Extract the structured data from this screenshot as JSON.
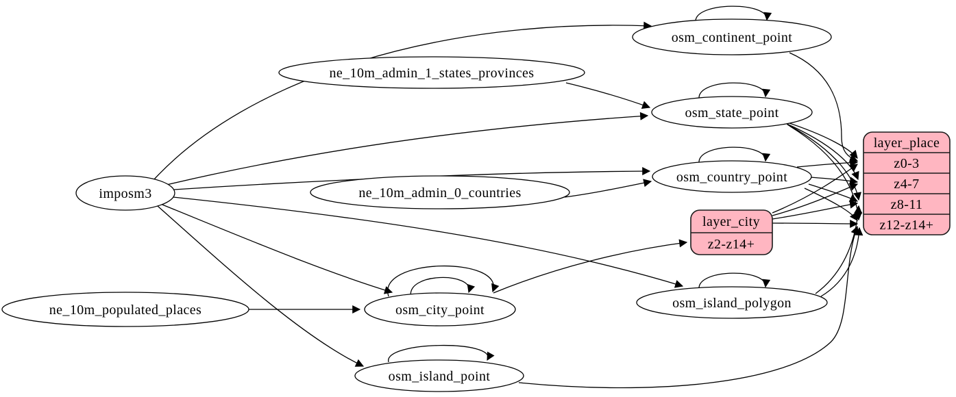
{
  "diagram": {
    "type": "graphviz-etl-dependency-graph",
    "colors": {
      "background": "#ffffff",
      "node_fill": "#ffffff",
      "record_fill": "#ffb6c1",
      "stroke": "#000000",
      "text": "#000000"
    },
    "nodes": {
      "imposm3": {
        "label": "imposm3",
        "shape": "ellipse"
      },
      "ne_10m_admin_1_states_provinces": {
        "label": "ne_10m_admin_1_states_provinces",
        "shape": "ellipse"
      },
      "ne_10m_admin_0_countries": {
        "label": "ne_10m_admin_0_countries",
        "shape": "ellipse"
      },
      "ne_10m_populated_places": {
        "label": "ne_10m_populated_places",
        "shape": "ellipse"
      },
      "osm_continent_point": {
        "label": "osm_continent_point",
        "shape": "ellipse"
      },
      "osm_state_point": {
        "label": "osm_state_point",
        "shape": "ellipse"
      },
      "osm_country_point": {
        "label": "osm_country_point",
        "shape": "ellipse"
      },
      "osm_city_point": {
        "label": "osm_city_point",
        "shape": "ellipse"
      },
      "osm_island_polygon": {
        "label": "osm_island_polygon",
        "shape": "ellipse"
      },
      "osm_island_point": {
        "label": "osm_island_point",
        "shape": "ellipse"
      }
    },
    "records": {
      "layer_city": {
        "title": "layer_city",
        "rows": [
          "z2-z14+"
        ]
      },
      "layer_place": {
        "title": "layer_place",
        "rows": [
          "z0-3",
          "z4-7",
          "z8-11",
          "z12-z14+"
        ]
      }
    },
    "edges": [
      {
        "from": "imposm3",
        "to": "osm_continent_point"
      },
      {
        "from": "imposm3",
        "to": "osm_state_point"
      },
      {
        "from": "imposm3",
        "to": "osm_country_point"
      },
      {
        "from": "imposm3",
        "to": "osm_city_point"
      },
      {
        "from": "imposm3",
        "to": "osm_island_polygon"
      },
      {
        "from": "imposm3",
        "to": "osm_island_point"
      },
      {
        "from": "ne_10m_admin_1_states_provinces",
        "to": "osm_state_point"
      },
      {
        "from": "ne_10m_admin_0_countries",
        "to": "osm_country_point"
      },
      {
        "from": "ne_10m_populated_places",
        "to": "osm_city_point"
      },
      {
        "from": "osm_continent_point",
        "to": "osm_continent_point",
        "self_loop": true
      },
      {
        "from": "osm_state_point",
        "to": "osm_state_point",
        "self_loop": true
      },
      {
        "from": "osm_country_point",
        "to": "osm_country_point",
        "self_loop": true
      },
      {
        "from": "osm_city_point",
        "to": "osm_city_point",
        "self_loop": true
      },
      {
        "from": "osm_city_point",
        "to": "osm_city_point",
        "self_loop": true
      },
      {
        "from": "osm_island_polygon",
        "to": "osm_island_polygon",
        "self_loop": true
      },
      {
        "from": "osm_island_point",
        "to": "osm_island_point",
        "self_loop": true
      },
      {
        "from": "osm_city_point",
        "to": "layer_city",
        "port": "z2-z14+"
      },
      {
        "from": "osm_continent_point",
        "to": "layer_place",
        "port": "z0-3"
      },
      {
        "from": "osm_state_point",
        "to": "layer_place",
        "port": "z0-3"
      },
      {
        "from": "osm_state_point",
        "to": "layer_place",
        "port": "z4-7"
      },
      {
        "from": "osm_state_point",
        "to": "layer_place",
        "port": "z8-11"
      },
      {
        "from": "osm_state_point",
        "to": "layer_place",
        "port": "z12-z14+"
      },
      {
        "from": "osm_country_point",
        "to": "layer_place",
        "port": "z0-3"
      },
      {
        "from": "osm_country_point",
        "to": "layer_place",
        "port": "z4-7"
      },
      {
        "from": "osm_country_point",
        "to": "layer_place",
        "port": "z8-11"
      },
      {
        "from": "osm_country_point",
        "to": "layer_place",
        "port": "z12-z14+"
      },
      {
        "from": "layer_city",
        "to": "layer_place",
        "port": "z0-3"
      },
      {
        "from": "layer_city",
        "to": "layer_place",
        "port": "z4-7"
      },
      {
        "from": "layer_city",
        "to": "layer_place",
        "port": "z8-11"
      },
      {
        "from": "layer_city",
        "to": "layer_place",
        "port": "z12-z14+"
      },
      {
        "from": "osm_island_polygon",
        "to": "layer_place",
        "port": "z8-11"
      },
      {
        "from": "osm_island_polygon",
        "to": "layer_place",
        "port": "z12-z14+"
      },
      {
        "from": "osm_island_point",
        "to": "layer_place",
        "port": "z12-z14+"
      }
    ]
  }
}
